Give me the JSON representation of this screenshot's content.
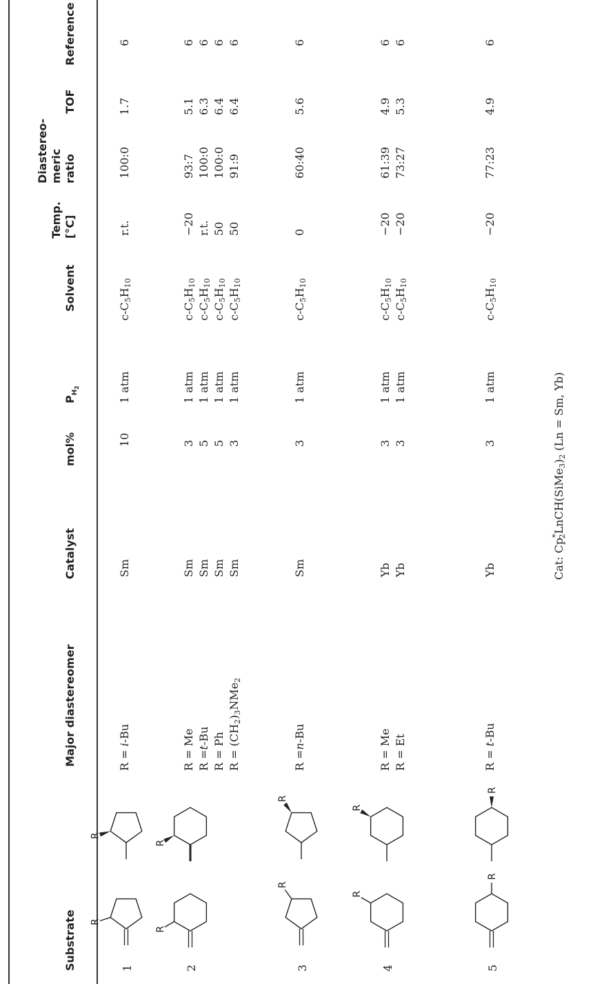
{
  "headers": {
    "substrate": "Substrate",
    "major": "Major diastereomer",
    "catalyst": "Catalyst",
    "mol": "mol%",
    "p": "P",
    "p_sub": "H",
    "p_subsub": "2",
    "solvent": "Solvent",
    "temp_1": "Temp.",
    "temp_2": "[°C]",
    "dia_1": "Diastereo-",
    "dia_2": "meric",
    "dia_3": "ratio",
    "tof": "TOF",
    "reference": "Reference"
  },
  "struct_label": "R",
  "groups": [
    {
      "num": "1",
      "rows": [
        {
          "r": "R = i-Bu",
          "cat": "Sm",
          "mol": "10",
          "p": "1 atm",
          "solv": "c-C5H10",
          "temp": "r.t.",
          "ratio": "100:0",
          "tof": "1.7",
          "ref": "6"
        }
      ]
    },
    {
      "num": "2",
      "rows": [
        {
          "r": "R = Me",
          "cat": "Sm",
          "mol": "3",
          "p": "1 atm",
          "solv": "c-C5H10",
          "temp": "−20",
          "ratio": "93:7",
          "tof": "5.1",
          "ref": "6"
        },
        {
          "r": "R =t-Bu",
          "cat": "Sm",
          "mol": "5",
          "p": "1 atm",
          "solv": "c-C5H10",
          "temp": "r.t.",
          "ratio": "100:0",
          "tof": "6.3",
          "ref": "6"
        },
        {
          "r": "R = Ph",
          "cat": "Sm",
          "mol": "5",
          "p": "1 atm",
          "solv": "c-C5H10",
          "temp": "50",
          "ratio": "100:0",
          "tof": "6.4",
          "ref": "6"
        },
        {
          "r": "R = (CH2)3NMe2",
          "cat": "Sm",
          "mol": "3",
          "p": "1 atm",
          "solv": "c-C5H10",
          "temp": "50",
          "ratio": "91:9",
          "tof": "6.4",
          "ref": "6"
        }
      ]
    },
    {
      "num": "3",
      "rows": [
        {
          "r": "R =n-Bu",
          "cat": "Sm",
          "mol": "3",
          "p": "1 atm",
          "solv": "c-C5H10",
          "temp": "0",
          "ratio": "60:40",
          "tof": "5.6",
          "ref": "6"
        }
      ]
    },
    {
      "num": "4",
      "rows": [
        {
          "r": "R = Me",
          "cat": "Yb",
          "mol": "3",
          "p": "1 atm",
          "solv": "c-C5H10",
          "temp": "−20",
          "ratio": "61:39",
          "tof": "4.9",
          "ref": "6"
        },
        {
          "r": "R = Et",
          "cat": "Yb",
          "mol": "3",
          "p": "1 atm",
          "solv": "c-C5H10",
          "temp": "−20",
          "ratio": "73:27",
          "tof": "5.3",
          "ref": "6"
        }
      ]
    },
    {
      "num": "5",
      "rows": [
        {
          "r": "R = t-Bu",
          "cat": "Yb",
          "mol": "3",
          "p": "1 atm",
          "solv": "c-C5H10",
          "temp": "−20",
          "ratio": "77:23",
          "tof": "4.9",
          "ref": "6"
        }
      ]
    }
  ],
  "footnote": {
    "prefix": "Cat: Cp",
    "star": "*",
    "two": "2",
    "rest": "LnCH(SiMe",
    "three": "3",
    "close": ")",
    "two_b": "2",
    "tail": " (Ln = Sm, Yb)"
  }
}
